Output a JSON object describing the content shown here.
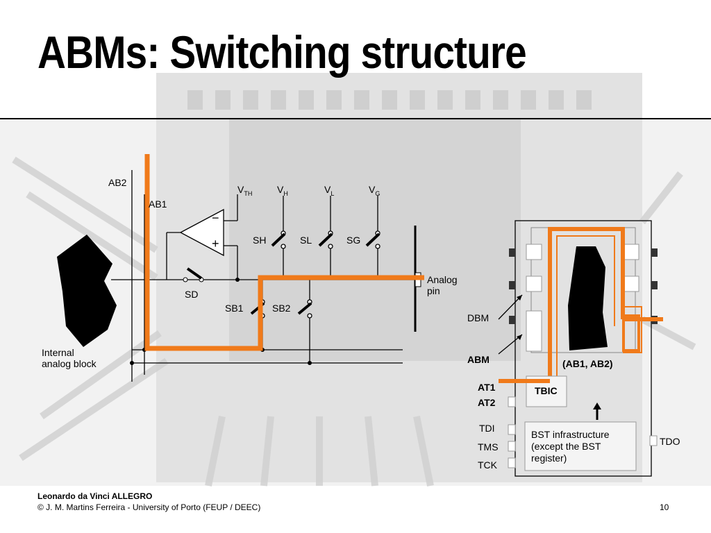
{
  "title": "ABMs: Switching structure",
  "labels": {
    "ab2": "AB2",
    "ab1": "AB1",
    "vth": "V",
    "vth_sub": "TH",
    "vh": "V",
    "vh_sub": "H",
    "vl": "V",
    "vl_sub": "L",
    "vg": "V",
    "vg_sub": "G",
    "sh": "SH",
    "sl": "SL",
    "sg": "SG",
    "sd": "SD",
    "sb1": "SB1",
    "sb2": "SB2",
    "analog_pin_1": "Analog",
    "analog_pin_2": "pin",
    "internal_1": "Internal",
    "internal_2": "analog block",
    "dbm": "DBM",
    "abm": "ABM",
    "ab1_ab2": "(AB1, AB2)",
    "at1": "AT1",
    "at2": "AT2",
    "tbic": "TBIC",
    "tdi": "TDI",
    "tms": "TMS",
    "tck": "TCK",
    "tdo": "TDO",
    "bst_1": "BST infrastructure",
    "bst_2": "(except the BST",
    "bst_3": "register)",
    "minus": "−",
    "plus": "+"
  },
  "footer": {
    "line1": "Leonardo da Vinci ALLEGRO",
    "line2": "© J. M. Martins Ferreira - University of Porto (FEUP / DEEC)",
    "page": "10"
  },
  "colors": {
    "highlight": "#f07a1a",
    "background_gray": "#d8d8d8",
    "line": "#000000"
  }
}
